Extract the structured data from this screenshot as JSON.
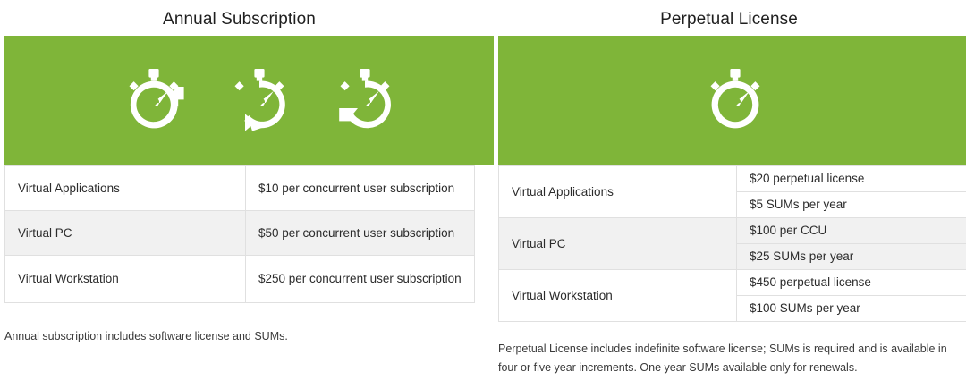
{
  "theme": {
    "brand_green": "#7fb539",
    "row_alt": "#f1f1f1",
    "border": "#e0e0e0",
    "text": "#2b2b2b"
  },
  "panels": {
    "left": {
      "title": "Annual Subscription",
      "icons": [
        "stopwatch-refresh-right-icon",
        "stopwatch-refresh-down-left-icon",
        "stopwatch-refresh-left-icon"
      ],
      "table": {
        "rows": [
          {
            "product": "Virtual Applications",
            "price": "$10 per concurrent user subscription"
          },
          {
            "product": "Virtual PC",
            "price": "$50 per concurrent user subscription"
          },
          {
            "product": "Virtual Workstation",
            "price": "$250 per concurrent user subscription"
          }
        ]
      },
      "note": "Annual subscription includes software license and SUMs."
    },
    "right": {
      "title": "Perpetual License",
      "icons": [
        "stopwatch-icon"
      ],
      "table": {
        "rows": [
          {
            "product": "Virtual Applications",
            "prices": [
              "$20 perpetual license",
              "$5 SUMs per year"
            ]
          },
          {
            "product": "Virtual PC",
            "prices": [
              "$100 per CCU",
              "$25 SUMs per year"
            ]
          },
          {
            "product": "Virtual Workstation",
            "prices": [
              "$450 perpetual license",
              "$100 SUMs per year"
            ]
          }
        ]
      },
      "note": "Perpetual License includes indefinite software license; SUMs is required and is available in four or five year increments. One year SUMs available only for renewals."
    }
  }
}
